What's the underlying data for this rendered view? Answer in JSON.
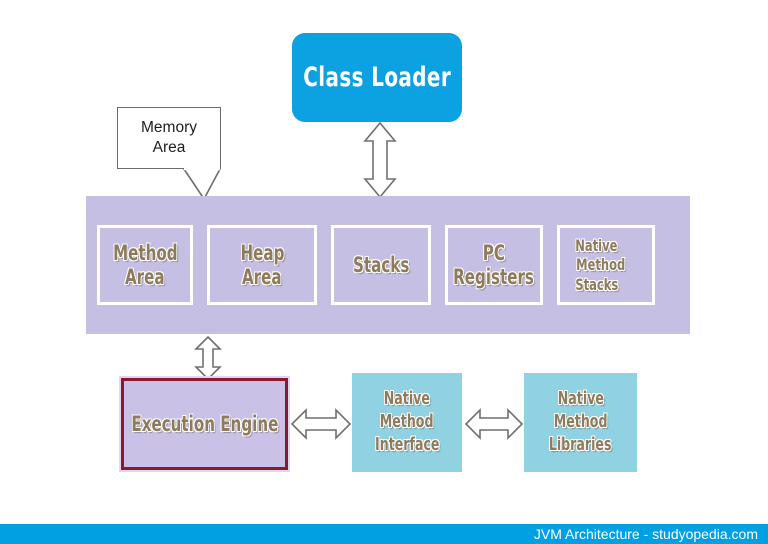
{
  "diagram": {
    "title": "JVM Architecture",
    "class_loader": {
      "label": "Class Loader",
      "color": "#0ca2e2",
      "text_color": "#ffffff"
    },
    "callout": {
      "name": "Memory Area",
      "line1": "Memory",
      "line2": "Area",
      "border_color": "#6d6d6d",
      "fill": "#ffffff"
    },
    "memory_area": {
      "band_color": "#c6bfe4",
      "box_border_color": "#ffffff",
      "text_color": "#8d7b5c",
      "boxes": [
        {
          "id": "method-area",
          "line1": "Method",
          "line2": "Area",
          "line3": "",
          "align": "center"
        },
        {
          "id": "heap-area",
          "line1": "Heap",
          "line2": "Area",
          "line3": "",
          "align": "center"
        },
        {
          "id": "stacks",
          "line1": "Stacks",
          "line2": "",
          "line3": "",
          "align": "center"
        },
        {
          "id": "pc-registers",
          "line1": "PC",
          "line2": "Registers",
          "line3": "",
          "align": "center"
        },
        {
          "id": "native-method-stacks",
          "line1": "Native",
          "line2": "Method",
          "line3": "Stacks",
          "align": "left"
        }
      ]
    },
    "execution_engine": {
      "label": "Execution Engine",
      "fill": "#c9c1e6",
      "border_color": "#8a1830"
    },
    "native_boxes": [
      {
        "id": "native-method-interface",
        "line1": "Native",
        "line2": "Method",
        "line3": "Interface",
        "fill": "#91d2e2"
      },
      {
        "id": "native-method-libraries",
        "line1": "Native",
        "line2": "Method",
        "line3": "Libraries",
        "fill": "#91d2e2"
      }
    ],
    "arrows": [
      {
        "id": "class-loader-to-memory",
        "orientation": "vertical",
        "double_headed": true
      },
      {
        "id": "memory-to-execution-engine",
        "orientation": "vertical",
        "double_headed": true
      },
      {
        "id": "execution-engine-to-interface",
        "orientation": "horizontal",
        "double_headed": true
      },
      {
        "id": "interface-to-libraries",
        "orientation": "horizontal",
        "double_headed": true
      }
    ]
  },
  "footer": {
    "text": "JVM Architecture - studyopedia.com",
    "bar_color": "#00a0e3",
    "text_color": "#ffffff"
  }
}
